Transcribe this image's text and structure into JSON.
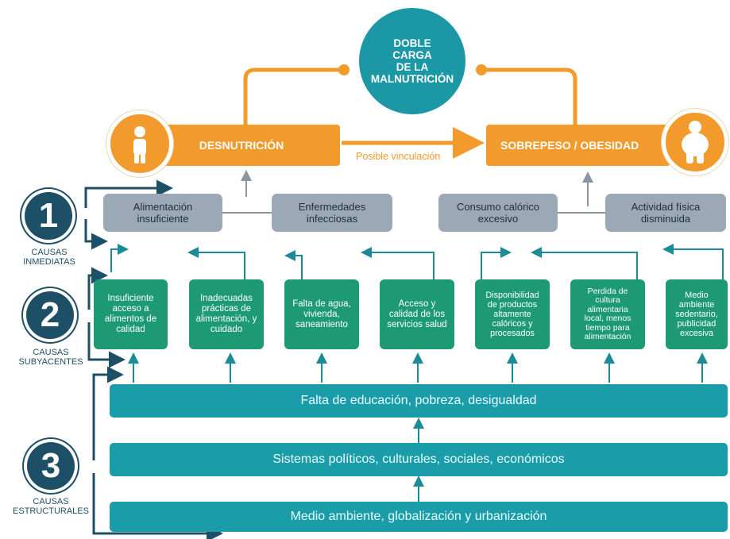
{
  "top": {
    "title": "DOBLE\nCARGA\nDE LA\nMALNUTRICIÓN"
  },
  "outcomes": {
    "left": "DESNUTRICIÓN",
    "right": "SOBREPESO / OBESIDAD",
    "link": "Posible vinculación"
  },
  "levels": [
    {
      "number": "1",
      "label": "CAUSAS\nINMEDIATAS"
    },
    {
      "number": "2",
      "label": "CAUSAS\nSUBYACENTES"
    },
    {
      "number": "3",
      "label": "CAUSAS\nESTRUCTURALES"
    }
  ],
  "immediate": [
    "Alimentación\ninsuficiente",
    "Enfermedades\ninfecciosas",
    "Consumo calórico\nexcesivo",
    "Actividad física\ndisminuida"
  ],
  "underlying": [
    "Insuficiente\nacceso a\nalimentos de\ncalidad",
    "Inadecuadas\nprácticas de\nalimentación, y\ncuidado",
    "Falta de agua,\nvivienda,\nsaneamiento",
    "Acceso y\ncalidad de los\nservicios salud",
    "Disponibilidad\nde productos\naltamente\ncalóricos y\nprocesados",
    "Perdida de\ncultura\nalimentaria\nlocal, menos\ntiempo para\nalimentación",
    "Medio\nambiente\nsedentario,\npublicidad\nexcesiva"
  ],
  "structural": [
    "Falta de educación, pobreza, desigualdad",
    "Sistemas políticos, culturales, sociales, económicos",
    "Medio ambiente, globalización y urbanización"
  ],
  "colors": {
    "orange": "#f39a2d",
    "teal": "#1b97a6",
    "green": "#1d9a74",
    "gray": "#9ba8b5",
    "navy": "#1d4f67"
  },
  "icons": [
    "thin-person-icon",
    "heavy-person-icon"
  ]
}
